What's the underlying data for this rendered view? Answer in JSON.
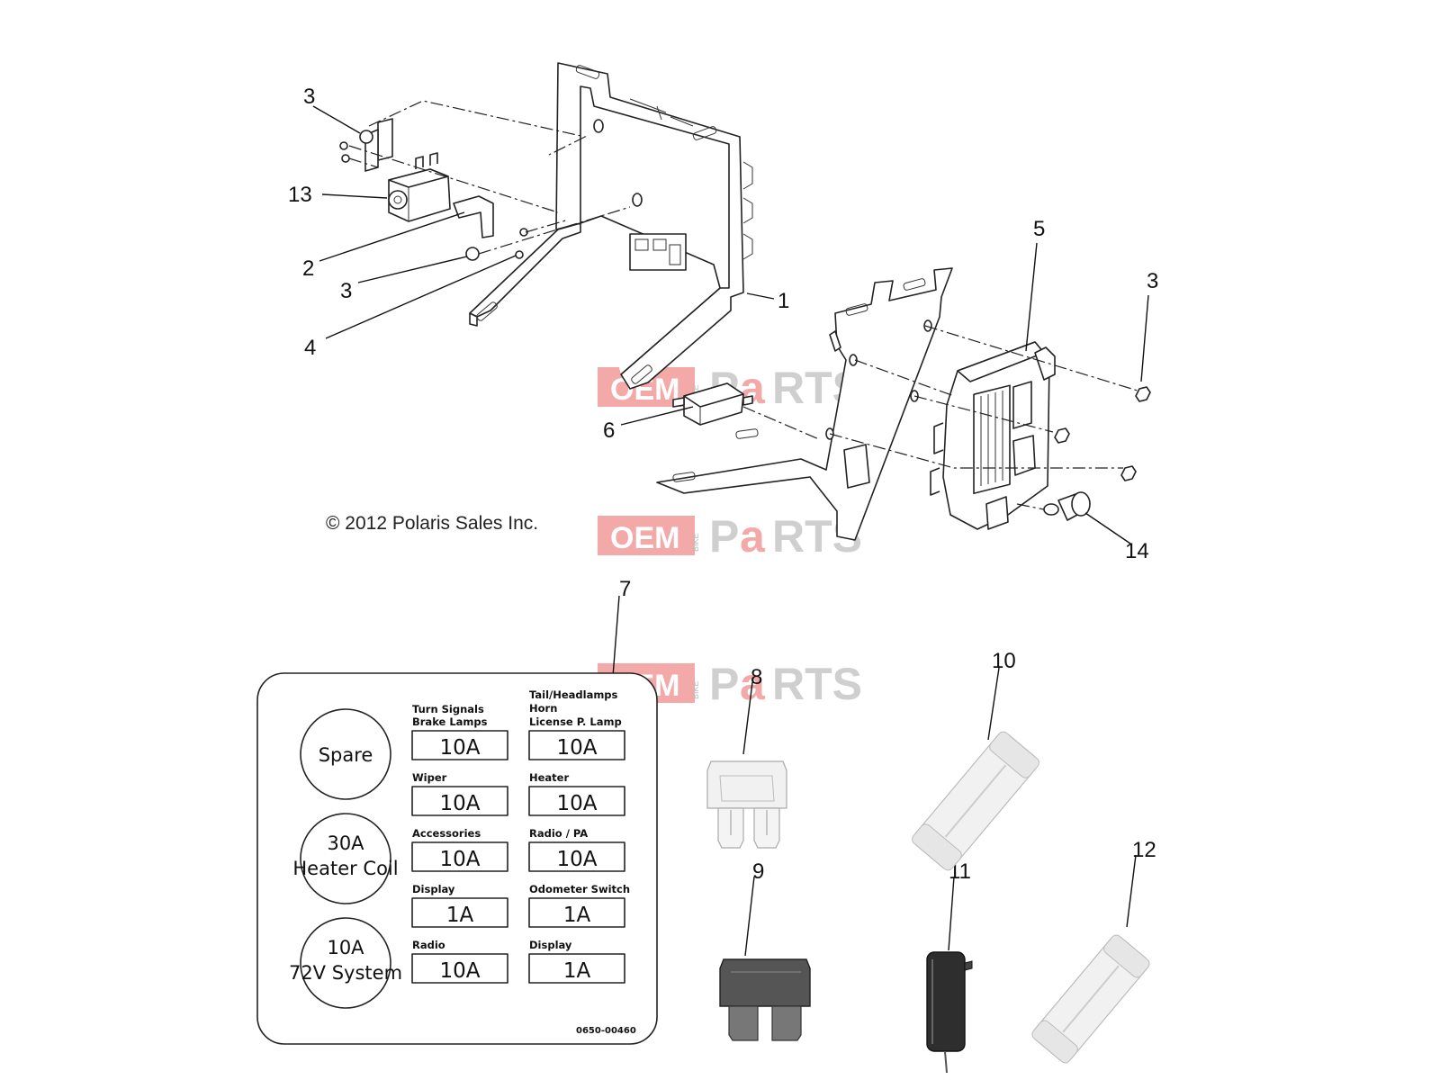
{
  "callouts": {
    "c1": "1",
    "c2": "2",
    "c3a": "3",
    "c3b": "3",
    "c3c": "3",
    "c4": "4",
    "c5": "5",
    "c6": "6",
    "c7": "7",
    "c8": "8",
    "c9": "9",
    "c10": "10",
    "c11": "11",
    "c12": "12",
    "c13": "13",
    "c14": "14"
  },
  "copyright": "© 2012 Polaris Sales Inc.",
  "watermark": {
    "oem": "OEM",
    "bike": "BIKE",
    "p": "P",
    "a": "a",
    "rts": "RTS"
  },
  "fuse_label": {
    "circles": [
      {
        "line1": "Spare",
        "line2": ""
      },
      {
        "line1": "30A",
        "line2": "Heater Coil"
      },
      {
        "line1": "10A",
        "line2": "72V System"
      }
    ],
    "left_column": [
      {
        "head1": "Turn Signals",
        "head2": "Brake Lamps",
        "head3": "",
        "value": "10A"
      },
      {
        "head1": "Wiper",
        "head2": "",
        "head3": "",
        "value": "10A"
      },
      {
        "head1": "Accessories",
        "head2": "",
        "head3": "",
        "value": "10A"
      },
      {
        "head1": "Display",
        "head2": "",
        "head3": "",
        "value": "1A"
      },
      {
        "head1": "Radio",
        "head2": "",
        "head3": "",
        "value": "10A"
      }
    ],
    "right_column": [
      {
        "head1": "Tail/Headlamps",
        "head2": "Horn",
        "head3": "License P. Lamp",
        "value": "10A"
      },
      {
        "head1": "Heater",
        "head2": "",
        "head3": "",
        "value": "10A"
      },
      {
        "head1": "Radio / PA",
        "head2": "",
        "head3": "",
        "value": "10A"
      },
      {
        "head1": "Odometer Switch",
        "head2": "",
        "head3": "",
        "value": "1A"
      },
      {
        "head1": "Display",
        "head2": "",
        "head3": "",
        "value": "1A"
      }
    ],
    "part_code": "0650-00460"
  }
}
